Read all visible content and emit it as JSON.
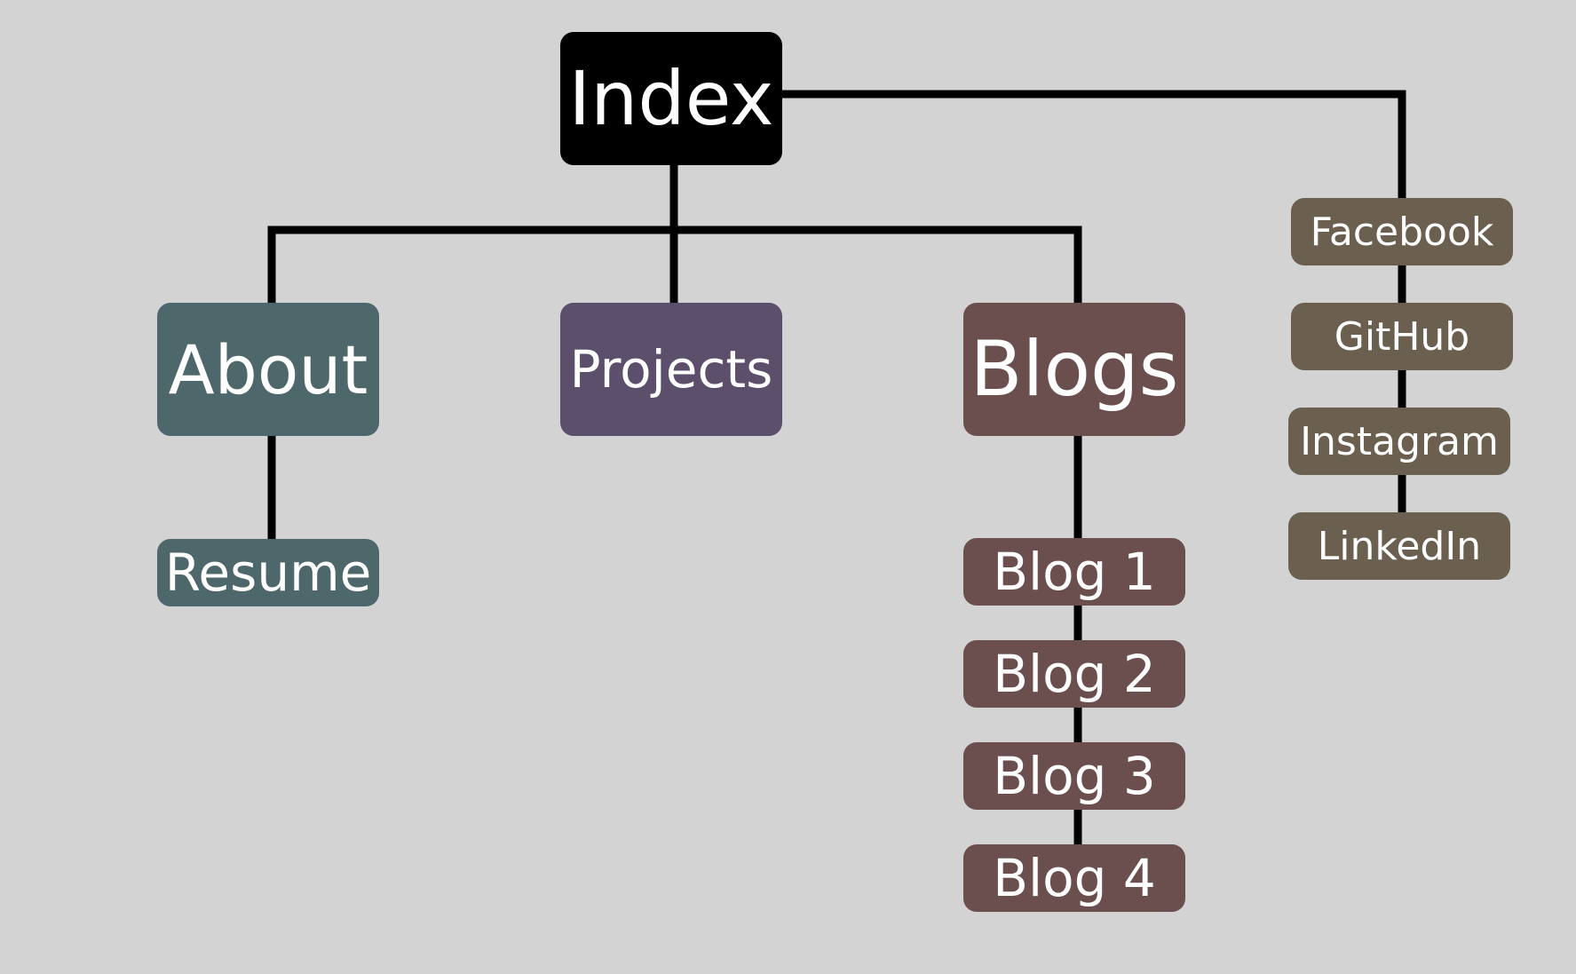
{
  "colors": {
    "background": "#d3d3d3",
    "line": "#000000",
    "index": "#000000",
    "about": "#4e676b",
    "projects": "#5c4f6b",
    "blogs": "#6b4f4f",
    "social": "#6b5f4f",
    "text": "#ffffff"
  },
  "nodes": {
    "index": "Index",
    "about": "About",
    "projects": "Projects",
    "blogs": "Blogs",
    "resume": "Resume",
    "blog1": "Blog 1",
    "blog2": "Blog 2",
    "blog3": "Blog 3",
    "blog4": "Blog 4",
    "facebook": "Facebook",
    "github": "GitHub",
    "instagram": "Instagram",
    "linkedin": "LinkedIn"
  }
}
